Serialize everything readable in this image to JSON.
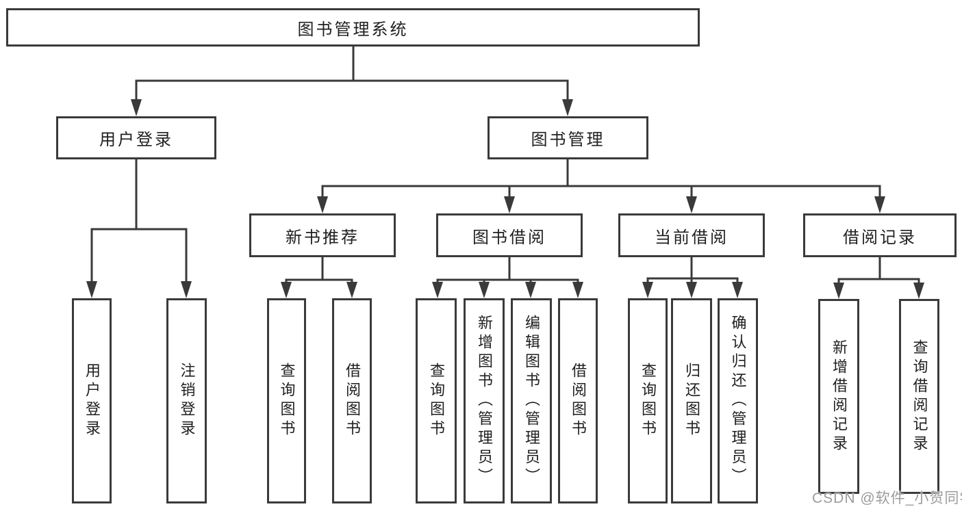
{
  "diagram_title": "图书管理系统",
  "tree": {
    "label": "图书管理系统",
    "children": [
      {
        "label": "用户登录",
        "children": [
          {
            "label": "用户登录"
          },
          {
            "label": "注销登录"
          }
        ]
      },
      {
        "label": "图书管理",
        "children": [
          {
            "label": "新书推荐",
            "children": [
              {
                "label": "查询图书"
              },
              {
                "label": "借阅图书"
              }
            ]
          },
          {
            "label": "图书借阅",
            "children": [
              {
                "label": "查询图书"
              },
              {
                "label": "新增图书（管理员）"
              },
              {
                "label": "编辑图书（管理员）"
              },
              {
                "label": "借阅图书"
              }
            ]
          },
          {
            "label": "当前借阅",
            "children": [
              {
                "label": "查询图书"
              },
              {
                "label": "归还图书"
              },
              {
                "label": "确认归还（管理员）"
              }
            ]
          },
          {
            "label": "借阅记录",
            "children": [
              {
                "label": "新增借阅记录"
              },
              {
                "label": "查询借阅记录"
              }
            ]
          }
        ]
      }
    ]
  },
  "watermark": {
    "text": "CSDN @软件_小贺同学"
  },
  "colors": {
    "line": "#3a3a3a",
    "text": "#1f1f1f",
    "watermark": "#9b9b9b",
    "background": "#ffffff"
  }
}
